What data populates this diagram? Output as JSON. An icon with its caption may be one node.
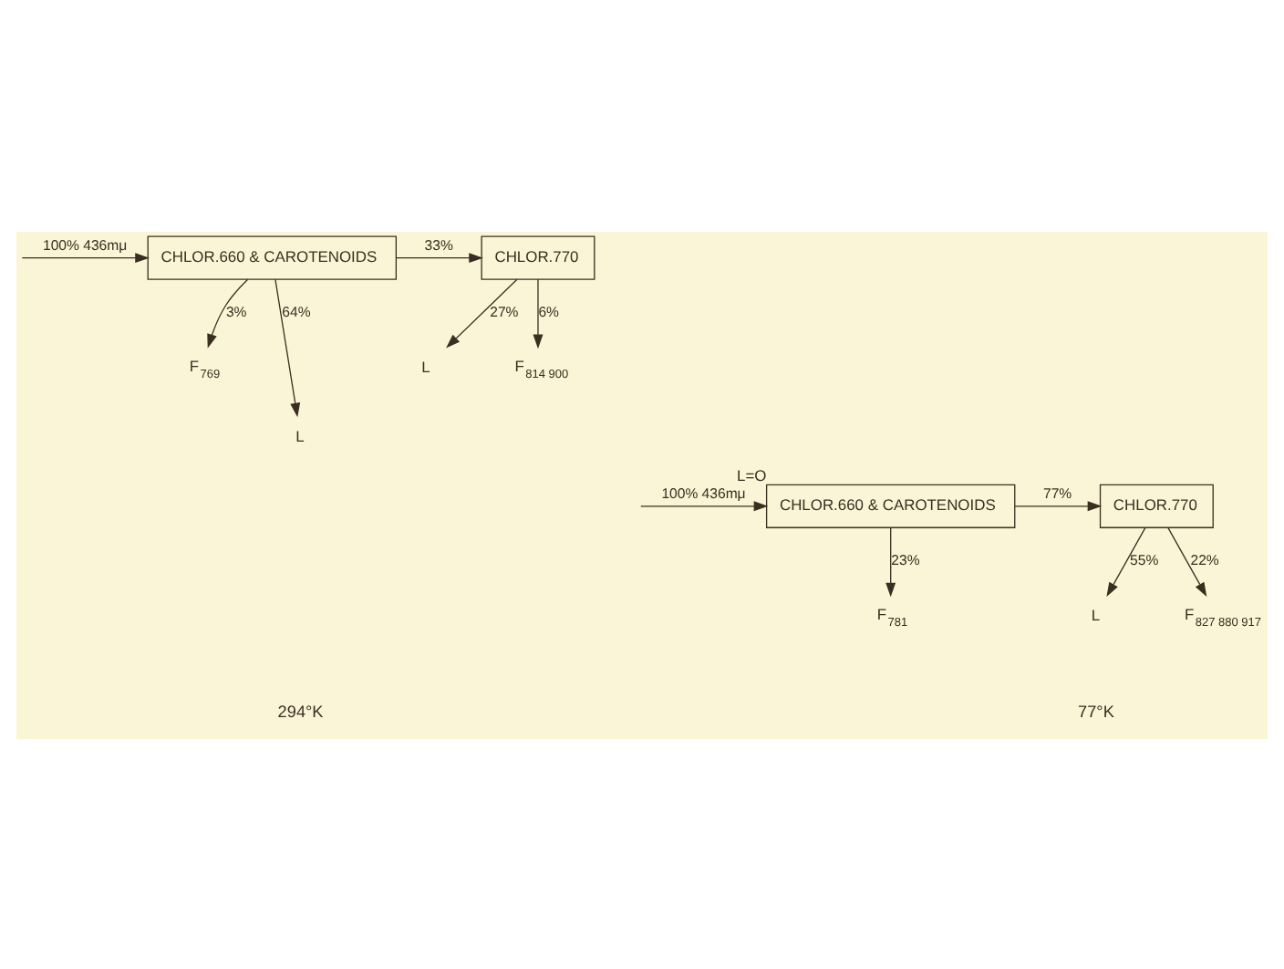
{
  "diagram": {
    "nodes": [
      {
        "text": [
          "CHLOR.660 & CAROTENOIDS"
        ]
      },
      {
        "text": [
          "CHLOR.770"
        ]
      },
      {
        "text": [
          "F$_{769}$"
        ]
      },
      {
        "text": [
          "L"
        ]
      },
      {
        "text": [
          "L"
        ]
      },
      {
        "text": [
          "F$_{814 900}$"
        ]
      },
      {
        "text": [
          "CHLOR.660 & CAROTENOIDS"
        ],
        "beside": [
          "L=O"
        ]
      },
      {
        "text": [
          "CHLOR.770"
        ]
      },
      {
        "text": [
          "F$_{781}$"
        ]
      },
      {
        "text": [
          "L"
        ]
      },
      {
        "text": [
          "F$_{827 880 917}$"
        ]
      }
    ],
    "edges": [
      {
        "from": null,
        "to": 0,
        "arrow": "to",
        "label": "100% 436mμ"
      },
      {
        "from": 0,
        "to": 1,
        "arrow": "to",
        "label": "33%"
      },
      {
        "from": 0,
        "to": 2,
        "arrow": "to",
        "label": "3%"
      },
      {
        "from": 0,
        "to": 3,
        "arrow": "to",
        "label": "64%"
      },
      {
        "from": 1,
        "to": 4,
        "arrow": "to",
        "label": "27%"
      },
      {
        "from": 1,
        "to": 5,
        "arrow": "to",
        "label": "6%"
      },
      {
        "from": null,
        "to": 6,
        "arrow": "to",
        "label": "100% 436mμ"
      },
      {
        "from": 6,
        "to": 7,
        "arrow": "to",
        "label": "77%"
      },
      {
        "from": 6,
        "to": 8,
        "arrow": "to",
        "label": "23%"
      },
      {
        "from": 7,
        "to": 9,
        "arrow": "to",
        "label": "55%"
      },
      {
        "from": 7,
        "to": 10,
        "arrow": "to",
        "label": "22%"
      }
    ],
    "labels": [
      "294°K",
      "77°K"
    ]
  }
}
